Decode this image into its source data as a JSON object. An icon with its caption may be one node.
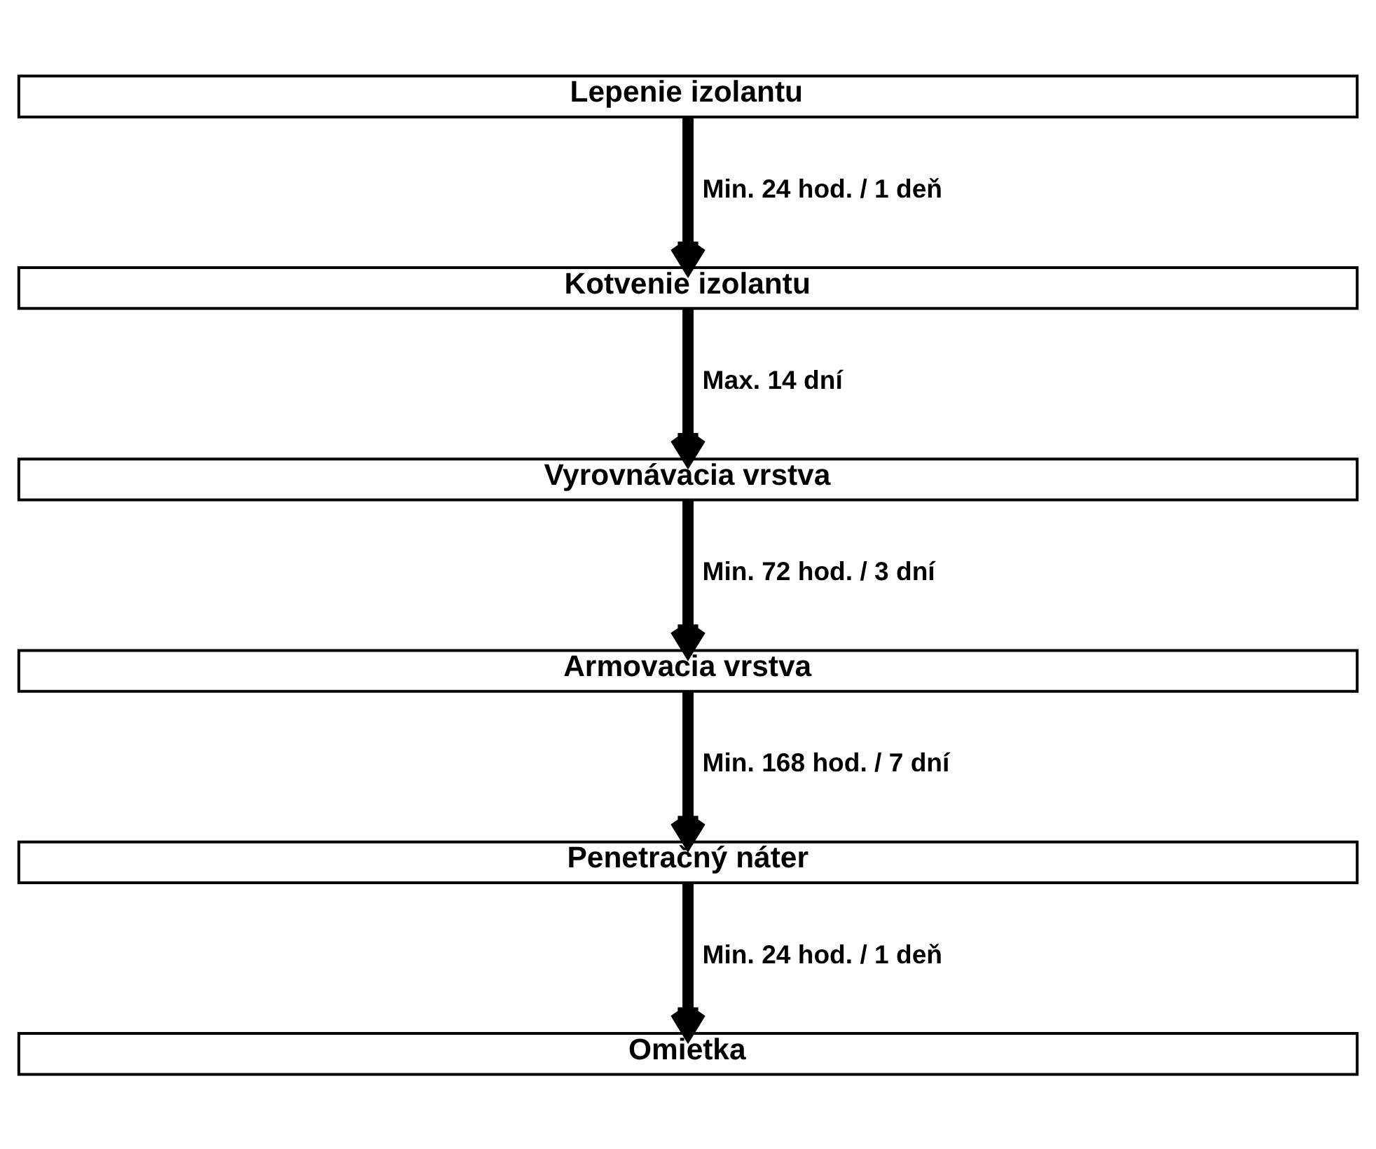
{
  "diagram": {
    "nodes": [
      {
        "text": [
          "Lepenie izolantu"
        ]
      },
      {
        "text": [
          "Kotvenie izolantu"
        ]
      },
      {
        "text": [
          "Vyrovnávacia vrstva"
        ]
      },
      {
        "text": [
          "Armovacia vrstva"
        ]
      },
      {
        "text": [
          "Penetračný náter"
        ]
      },
      {
        "text": [
          "Omietka"
        ]
      }
    ],
    "edges": [
      {
        "from": 0,
        "to": 1,
        "arrow": "to",
        "label": "Min. 24 hod. / 1 deň"
      },
      {
        "from": 1,
        "to": 2,
        "arrow": "to",
        "label": "Max. 14 dní"
      },
      {
        "from": 2,
        "to": 3,
        "arrow": "to",
        "label": "Min. 72 hod. / 3 dní"
      },
      {
        "from": 3,
        "to": 4,
        "arrow": "to",
        "label": "Min. 168 hod. / 7 dní"
      },
      {
        "from": 4,
        "to": 5,
        "arrow": "to",
        "label": "Min. 24 hod. / 1 deň"
      }
    ]
  }
}
